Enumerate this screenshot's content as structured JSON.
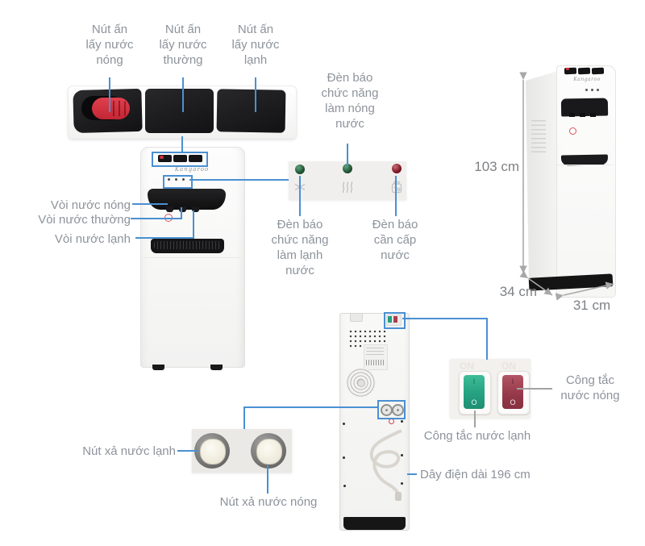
{
  "brand": "Kangaroo",
  "labels": {
    "top_buttons": {
      "hot": "Nút ấn\nlấy nước\nnóng",
      "normal": "Nút ấn\nlấy nước\nthường",
      "cold": "Nút ấn\nlấy nước\nlạnh"
    },
    "taps": {
      "hot": "Vòi nước nóng",
      "normal": "Vòi nước thường",
      "cold": "Vòi nước lạnh"
    },
    "indicators": {
      "heating": "Đèn báo\nchức năng\nlàm nóng\nnước",
      "cooling": "Đèn báo\nchức năng\nlàm lạnh\nnước",
      "refill": "Đèn báo\ncần cấp\nnước"
    },
    "switches": {
      "hot": "Công tắc\nnước nóng",
      "cold": "Công tắc nước lạnh",
      "panel_on": "ON",
      "marker_on": "I",
      "marker_off": "O"
    },
    "drains": {
      "cold": "Nút xả nước lạnh",
      "hot": "Nút xả nước nóng"
    },
    "cord": "Dây điện dài 196 cm"
  },
  "dimensions": {
    "height": "103 cm",
    "depth": "34 cm",
    "width": "31 cm"
  },
  "icons": {
    "cooling": "snowflake-icon",
    "heating": "heat-waves-icon",
    "refill": "water-supply-icon"
  },
  "colors": {
    "callout_blue": "#4a90d2",
    "label_gray": "#8d939b",
    "switch_green": "#2fae8c",
    "switch_red": "#a0455a",
    "indicator_green": "#1f5132",
    "indicator_red": "#7d1622",
    "button_red": "#d3303e"
  }
}
